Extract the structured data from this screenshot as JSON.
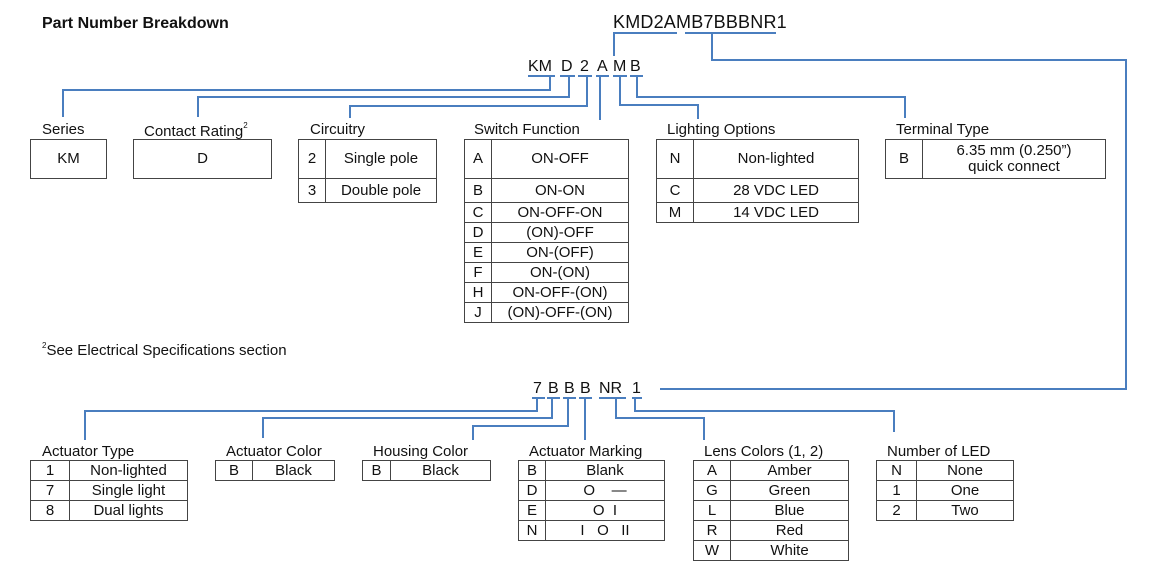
{
  "title": "Part Number Breakdown",
  "part_number": {
    "full": "KMD2AMB7BBBNR1",
    "group1": [
      "KM",
      "D",
      "2",
      "A",
      "M",
      "B"
    ],
    "group2": [
      "7",
      "B",
      "B",
      "B",
      "NR",
      "1"
    ]
  },
  "accent_color": "#4a7ebf",
  "sections_top": {
    "series": {
      "label": "Series",
      "rows": [
        [
          "KM"
        ]
      ]
    },
    "contact_rating": {
      "label": "Contact Rating",
      "footnote_ref": "2",
      "rows": [
        [
          "D"
        ]
      ]
    },
    "circuitry": {
      "label": "Circuitry",
      "rows": [
        [
          "2",
          "Single pole"
        ],
        [
          "3",
          "Double pole"
        ]
      ]
    },
    "switch_function": {
      "label": "Switch Function",
      "rows": [
        [
          "A",
          "ON-OFF"
        ],
        [
          "B",
          "ON-ON"
        ],
        [
          "C",
          "ON-OFF-ON"
        ],
        [
          "D",
          "(ON)-OFF"
        ],
        [
          "E",
          "ON-(OFF)"
        ],
        [
          "F",
          "ON-(ON)"
        ],
        [
          "H",
          "ON-OFF-(ON)"
        ],
        [
          "J",
          "(ON)-OFF-(ON)"
        ]
      ]
    },
    "lighting_options": {
      "label": "Lighting Options",
      "rows": [
        [
          "N",
          "Non-lighted"
        ],
        [
          "C",
          "28 VDC LED"
        ],
        [
          "M",
          "14 VDC LED"
        ]
      ]
    },
    "terminal_type": {
      "label": "Terminal Type",
      "rows": [
        [
          "B",
          "6.35 mm (0.250”)",
          "quick connect"
        ]
      ]
    }
  },
  "footnote": {
    "mark": "2",
    "text": "See Electrical Specifications section"
  },
  "sections_bottom": {
    "actuator_type": {
      "label": "Actuator Type",
      "rows": [
        [
          "1",
          "Non-lighted"
        ],
        [
          "7",
          "Single light"
        ],
        [
          "8",
          "Dual lights"
        ]
      ]
    },
    "actuator_color": {
      "label": "Actuator Color",
      "rows": [
        [
          "B",
          "Black"
        ]
      ]
    },
    "housing_color": {
      "label": "Housing Color",
      "rows": [
        [
          "B",
          "Black"
        ]
      ]
    },
    "actuator_marking": {
      "label": "Actuator Marking",
      "rows": [
        [
          "B",
          "Blank"
        ],
        [
          "D",
          "O    —"
        ],
        [
          "E",
          "O  I"
        ],
        [
          "N",
          "I   O   II"
        ]
      ]
    },
    "lens_colors": {
      "label": "Lens Colors (1, 2)",
      "rows": [
        [
          "A",
          "Amber"
        ],
        [
          "G",
          "Green"
        ],
        [
          "L",
          "Blue"
        ],
        [
          "R",
          "Red"
        ],
        [
          "W",
          "White"
        ]
      ]
    },
    "number_of_led": {
      "label": "Number of LED",
      "rows": [
        [
          "N",
          "None"
        ],
        [
          "1",
          "One"
        ],
        [
          "2",
          "Two"
        ]
      ]
    }
  }
}
